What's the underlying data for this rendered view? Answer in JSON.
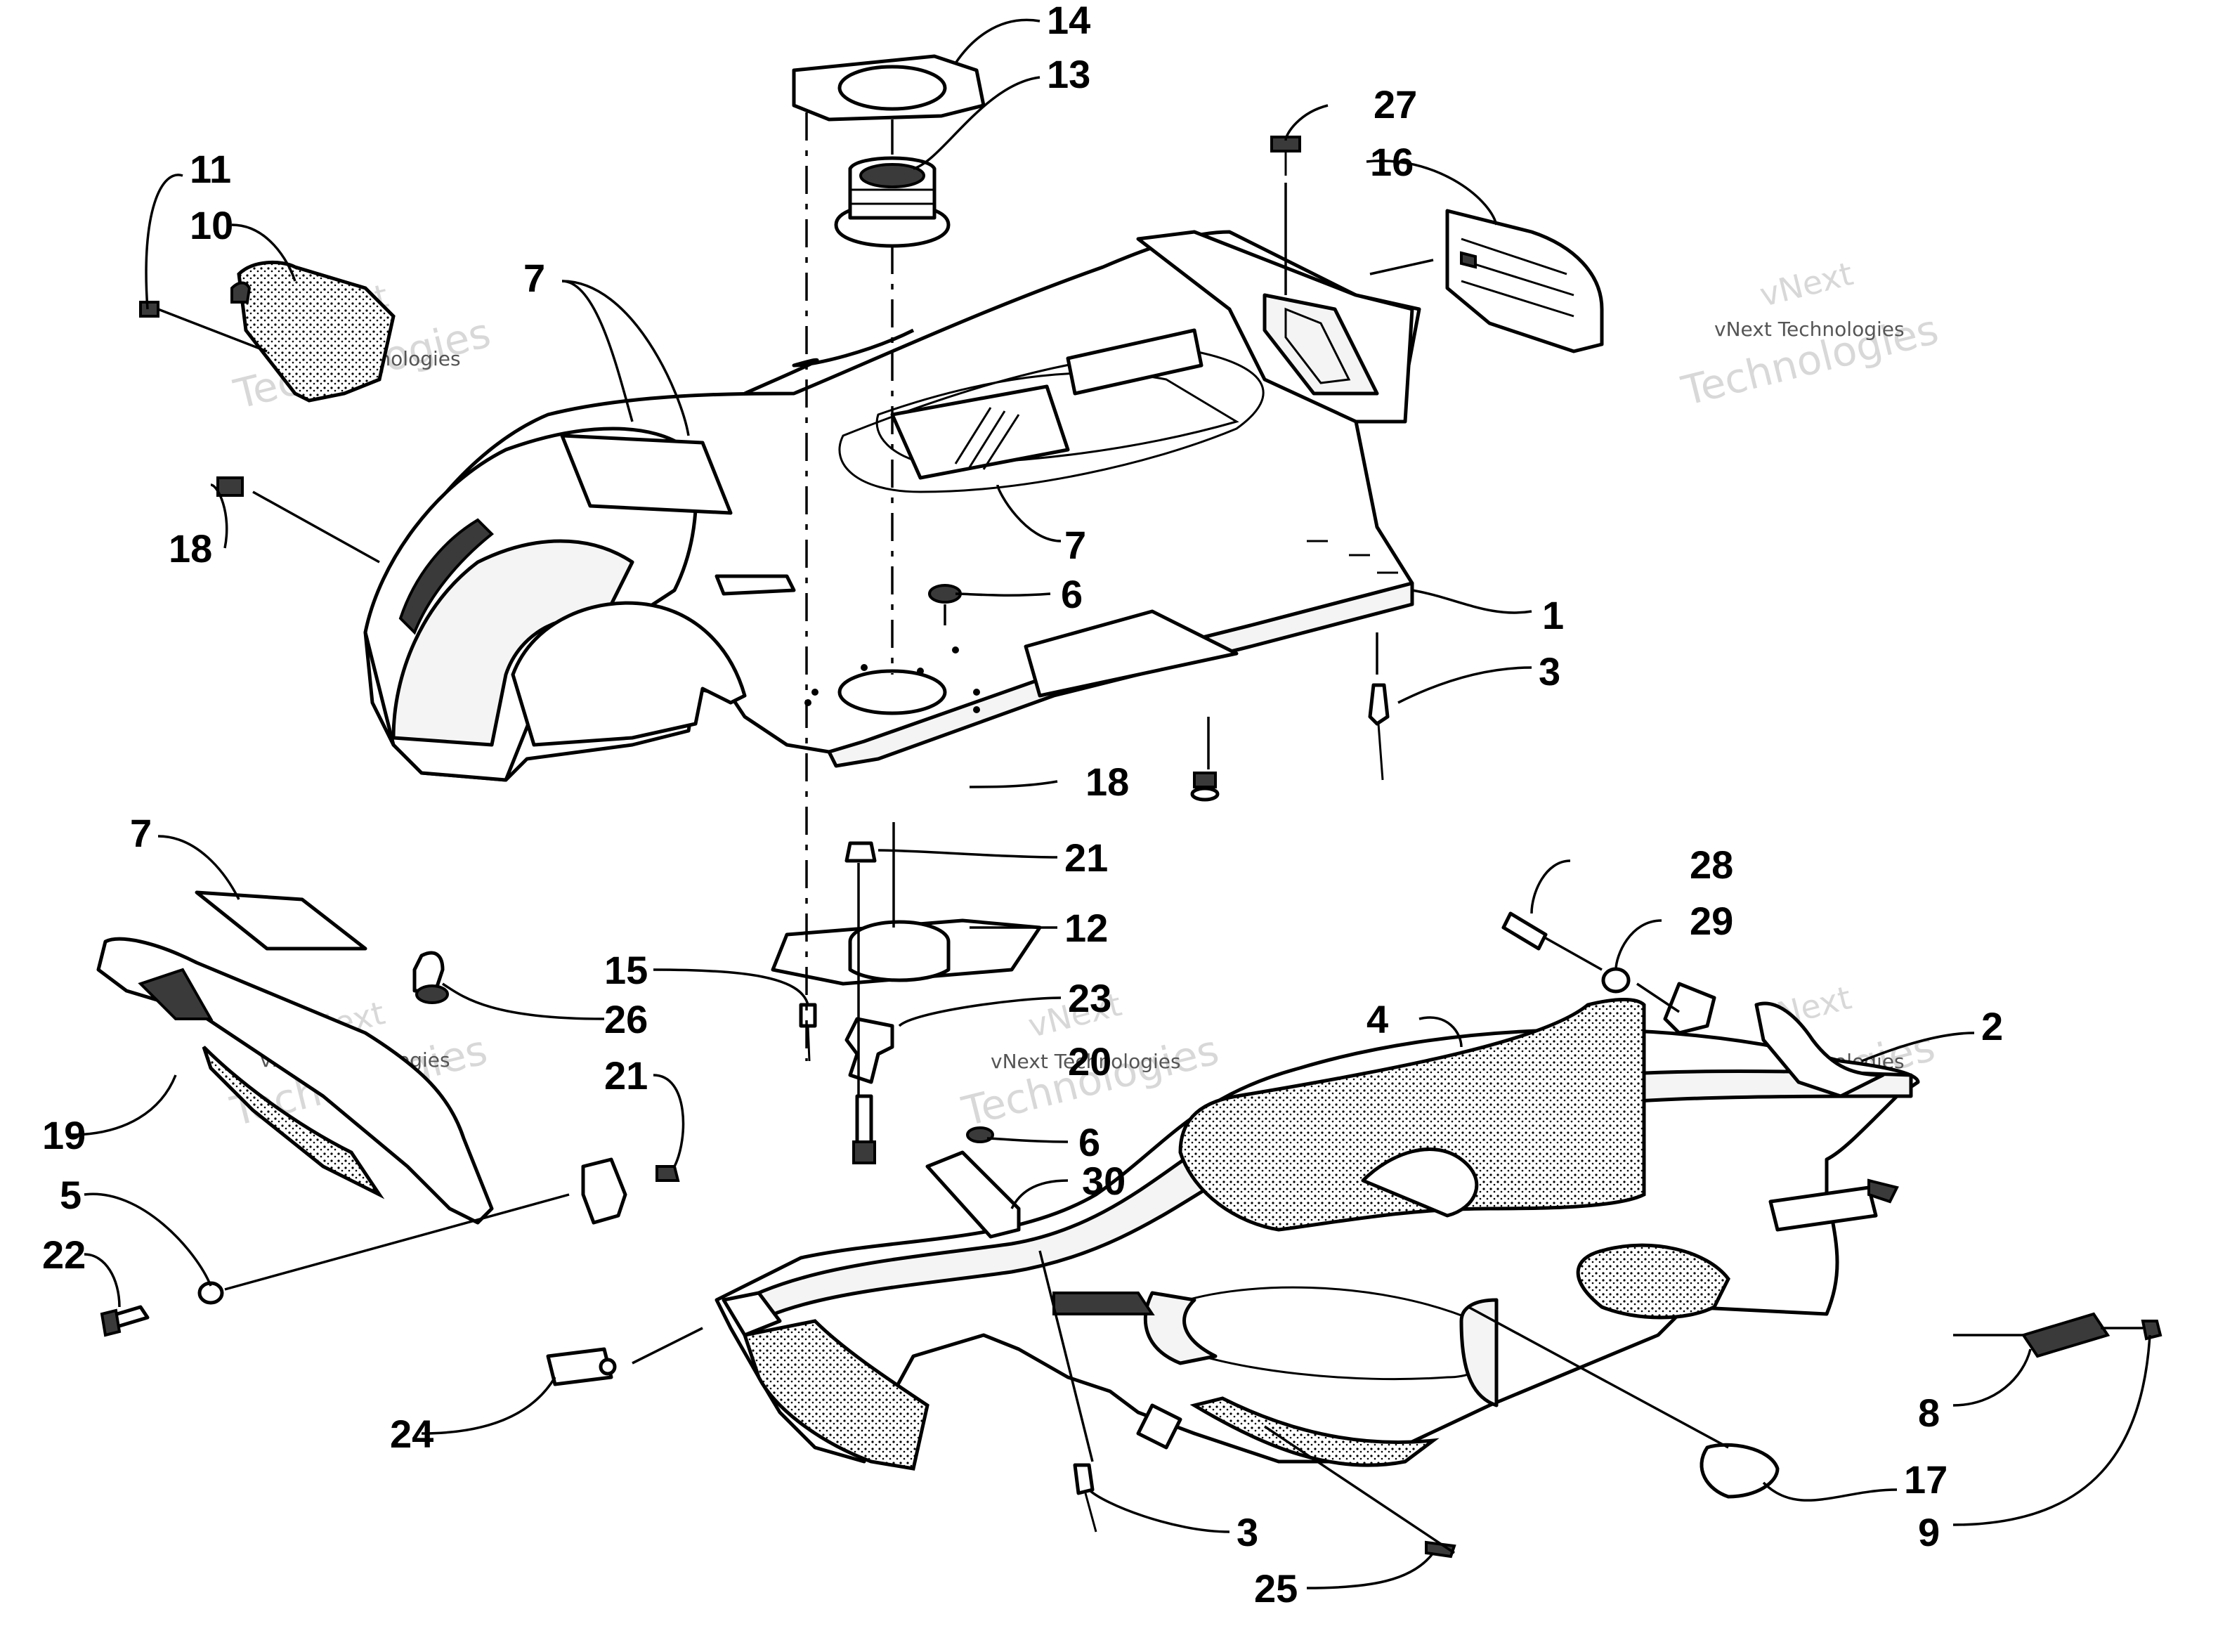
{
  "watermark": {
    "line1": "vNext",
    "line2": "Technologies",
    "small": "vNext Technologies"
  },
  "callouts": [
    {
      "id": "c1",
      "text": "1"
    },
    {
      "id": "c2",
      "text": "2"
    },
    {
      "id": "c3a",
      "text": "3"
    },
    {
      "id": "c3b",
      "text": "3"
    },
    {
      "id": "c4",
      "text": "4"
    },
    {
      "id": "c5",
      "text": "5"
    },
    {
      "id": "c6a",
      "text": "6"
    },
    {
      "id": "c6b",
      "text": "6"
    },
    {
      "id": "c7a",
      "text": "7"
    },
    {
      "id": "c7b",
      "text": "7"
    },
    {
      "id": "c7c",
      "text": "7"
    },
    {
      "id": "c8",
      "text": "8"
    },
    {
      "id": "c9",
      "text": "9"
    },
    {
      "id": "c10",
      "text": "10"
    },
    {
      "id": "c11",
      "text": "11"
    },
    {
      "id": "c12",
      "text": "12"
    },
    {
      "id": "c13",
      "text": "13"
    },
    {
      "id": "c14",
      "text": "14"
    },
    {
      "id": "c15",
      "text": "15"
    },
    {
      "id": "c16",
      "text": "16"
    },
    {
      "id": "c17",
      "text": "17"
    },
    {
      "id": "c18a",
      "text": "18"
    },
    {
      "id": "c18b",
      "text": "18"
    },
    {
      "id": "c19",
      "text": "19"
    },
    {
      "id": "c20",
      "text": "20"
    },
    {
      "id": "c21a",
      "text": "21"
    },
    {
      "id": "c21b",
      "text": "21"
    },
    {
      "id": "c22",
      "text": "22"
    },
    {
      "id": "c23",
      "text": "23"
    },
    {
      "id": "c24",
      "text": "24"
    },
    {
      "id": "c25",
      "text": "25"
    },
    {
      "id": "c26",
      "text": "26"
    },
    {
      "id": "c27",
      "text": "27"
    },
    {
      "id": "c28",
      "text": "28"
    },
    {
      "id": "c29",
      "text": "29"
    },
    {
      "id": "c30",
      "text": "30"
    }
  ]
}
